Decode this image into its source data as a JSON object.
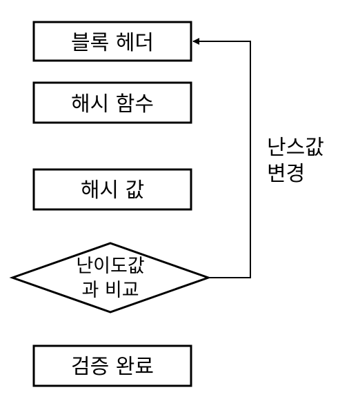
{
  "diagram": {
    "steps": [
      {
        "label": "블록 헤더"
      },
      {
        "label": "해시 함수"
      },
      {
        "label": "해시 값"
      },
      {
        "label_line1": "난이도값",
        "label_line2": "과 비교"
      },
      {
        "label": "검증 완료"
      }
    ],
    "loop_label": {
      "line1": "난스값",
      "line2": "변경"
    },
    "colors": {
      "stroke": "#000000",
      "fill": "#ffffff",
      "text": "#000000"
    }
  }
}
